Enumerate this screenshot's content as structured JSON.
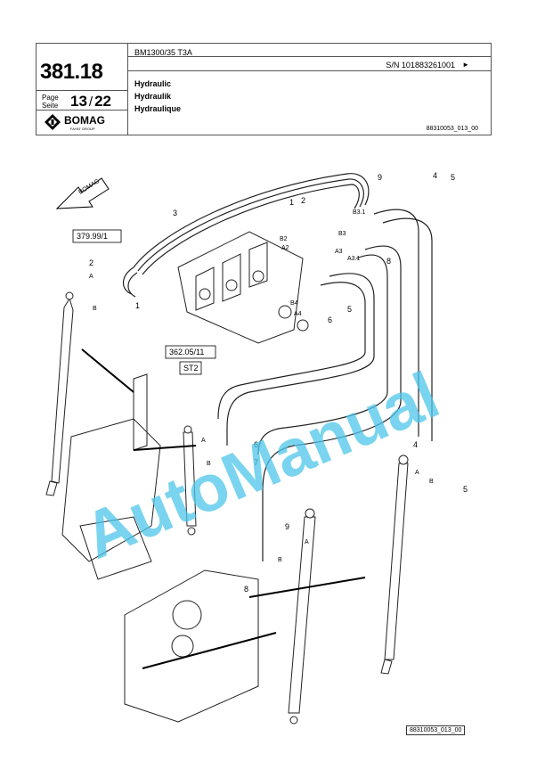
{
  "header": {
    "model": "BM1300/35 T3A",
    "serial": "S/N 101883261001",
    "serial_arrow": "►",
    "doc_number": "381.18",
    "page_label": "Page\nSeite",
    "page_label_1": "Page",
    "page_label_2": "Seite",
    "page_current": "13",
    "page_sep": "/",
    "page_total": "22",
    "title_en": "Hydraulic",
    "title_de": "Hydraulik",
    "title_fr": "Hydraulique",
    "ref": "88310053_013_00",
    "logo_text": "BOMAG",
    "logo_sub": "FAYAT GROUP"
  },
  "diagram": {
    "direction_label": "BOMAG",
    "ref_box_1": "379.99/1",
    "ref_box_2": "362.05/11",
    "ref_box_3": "ST2",
    "watermark": "AutoManual",
    "callouts": [
      "1",
      "2",
      "3",
      "4",
      "5",
      "6",
      "7",
      "8",
      "9"
    ],
    "ports": [
      "A",
      "B",
      "A2",
      "B2",
      "A3",
      "B3",
      "B3.1",
      "A3.1",
      "A4",
      "B4"
    ],
    "footer_ref": "88310053_013_00"
  },
  "colors": {
    "border": "#555555",
    "watermark": "#4ec6ea",
    "line": "#222222"
  }
}
